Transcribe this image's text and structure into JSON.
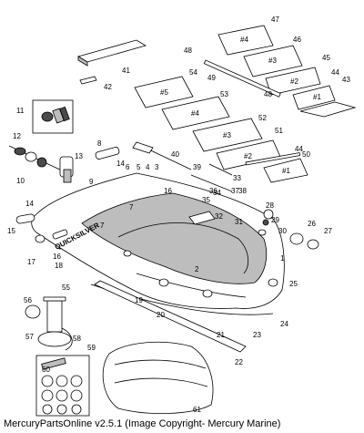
{
  "brand_text": "QUICKSILVER",
  "caption": "MercuryPartsOnline v2.5.1 (Image Copyright- Mercury Marine)",
  "floor_board_labels": [
    "#1",
    "#2",
    "#3",
    "#4",
    "#5",
    "#1",
    "#2",
    "#3",
    "#4"
  ],
  "callouts": [
    "1",
    "2",
    "3",
    "4",
    "5",
    "6",
    "7",
    "7",
    "8",
    "9",
    "10",
    "11",
    "12",
    "13",
    "14",
    "14",
    "15",
    "16",
    "16",
    "17",
    "18",
    "19",
    "20",
    "21",
    "22",
    "23",
    "24",
    "25",
    "26",
    "27",
    "28",
    "29",
    "30",
    "31",
    "32",
    "33",
    "34",
    "35",
    "36",
    "37",
    "38",
    "39",
    "40",
    "41",
    "42",
    "43",
    "44",
    "44",
    "45",
    "46",
    "47",
    "48",
    "48",
    "49",
    "50",
    "51",
    "52",
    "53",
    "54",
    "55",
    "56",
    "57",
    "58",
    "59",
    "60",
    "61"
  ]
}
